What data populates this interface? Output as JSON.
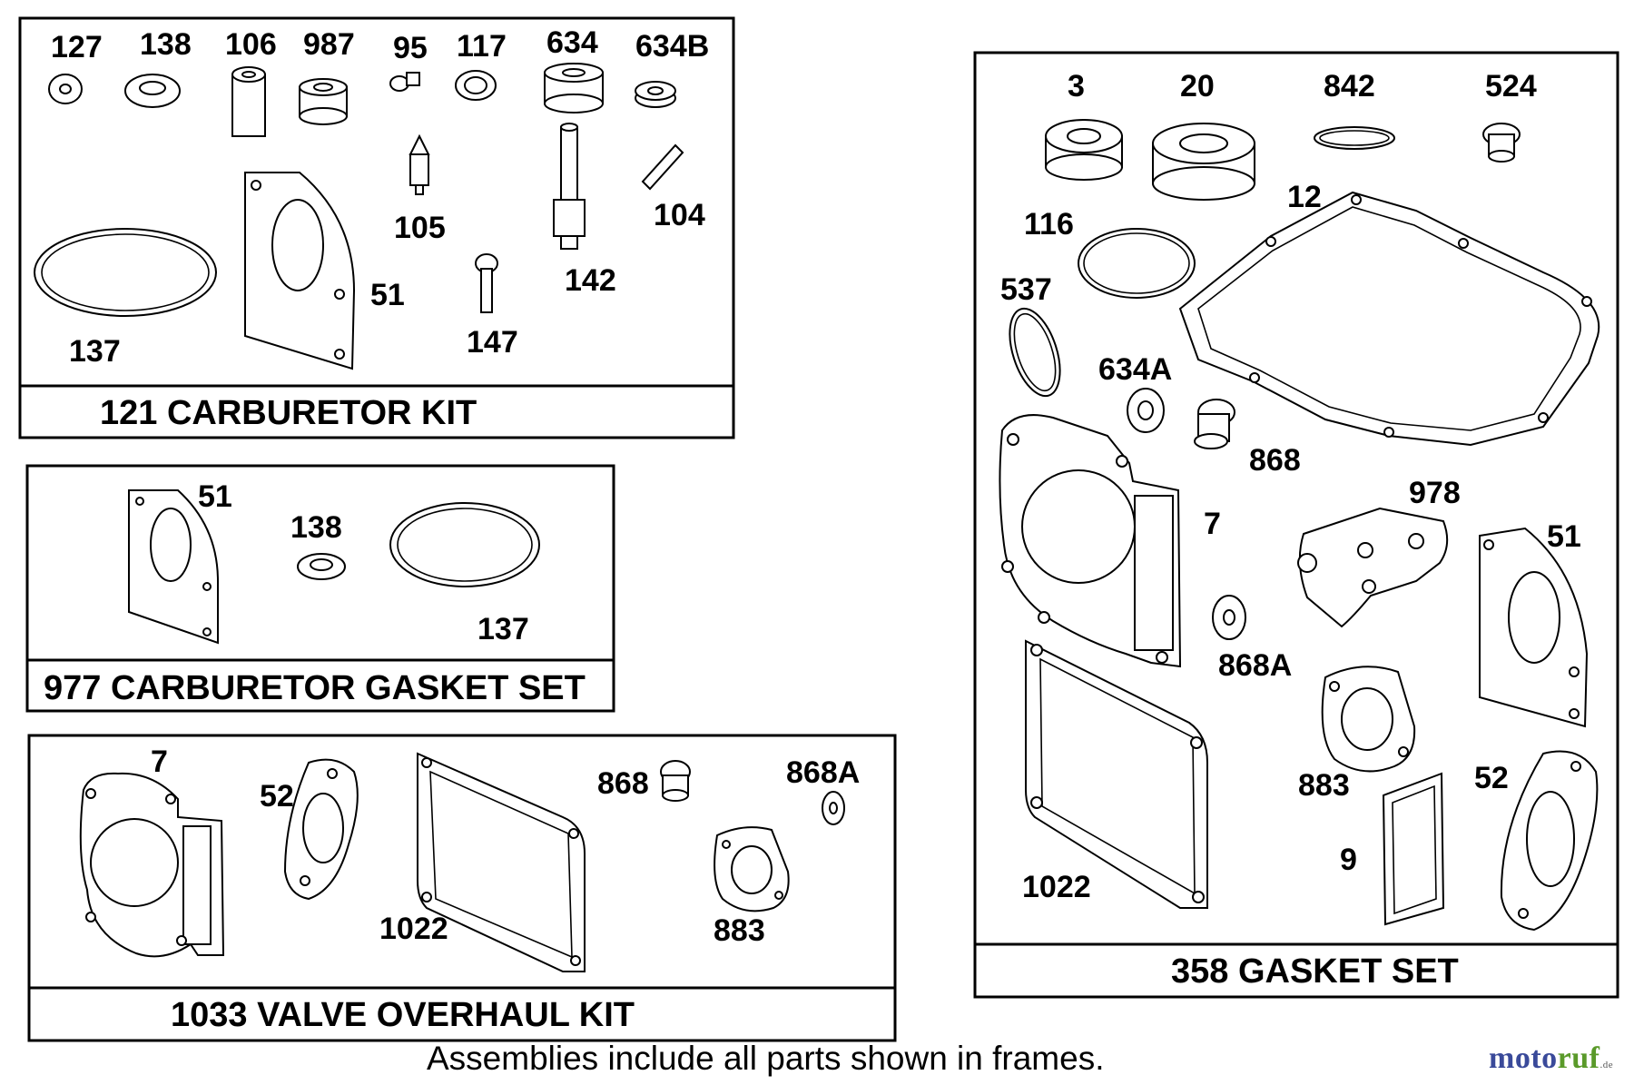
{
  "kits": {
    "carburetor_kit": {
      "title": "121 CARBURETOR KIT",
      "labels": [
        "127",
        "138",
        "106",
        "987",
        "95",
        "117",
        "634",
        "634B",
        "105",
        "104",
        "142",
        "51",
        "137",
        "147"
      ]
    },
    "carburetor_gasket_set": {
      "title": "977 CARBURETOR GASKET SET",
      "labels": [
        "51",
        "138",
        "137"
      ]
    },
    "valve_overhaul_kit": {
      "title": "1033 VALVE OVERHAUL KIT",
      "labels": [
        "7",
        "52",
        "868",
        "868A",
        "1022",
        "883"
      ]
    },
    "gasket_set": {
      "title": "358 GASKET SET",
      "labels": [
        "3",
        "20",
        "842",
        "524",
        "12",
        "116",
        "537",
        "634A",
        "868",
        "978",
        "7",
        "51",
        "868A",
        "883",
        "52",
        "9",
        "1022"
      ]
    }
  },
  "footer": "Assemblies include all parts shown in frames.",
  "logo": {
    "part1": "moto",
    "part2": "ruf",
    "suffix": ".de"
  }
}
